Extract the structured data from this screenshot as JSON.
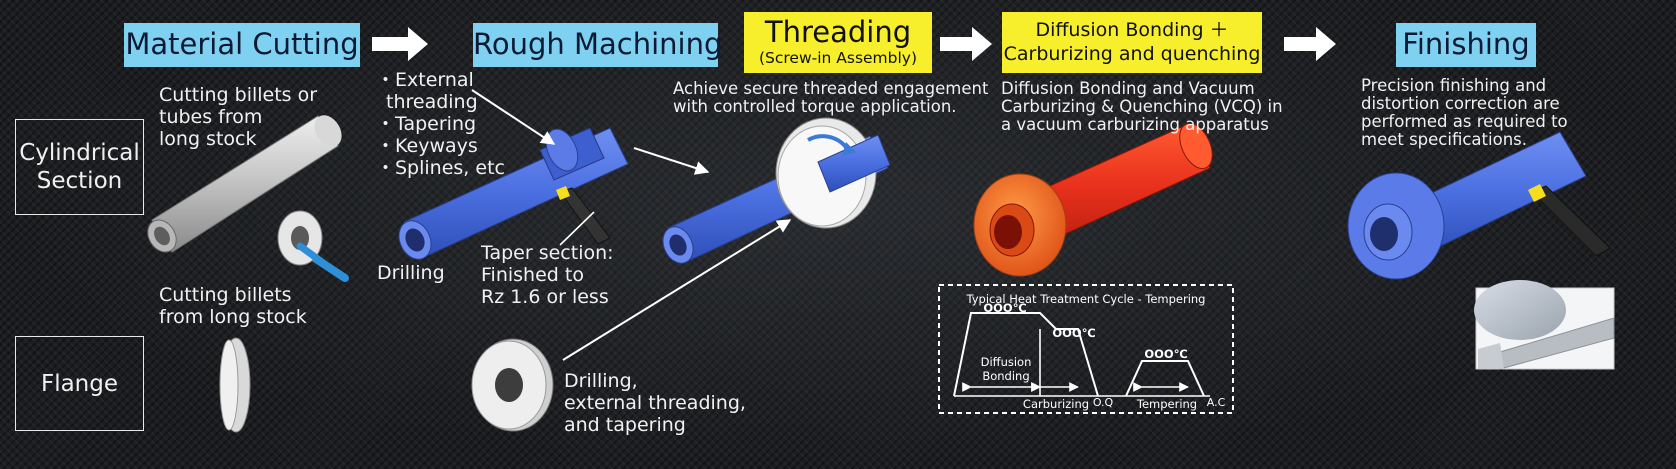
{
  "headers": {
    "material_cutting": "Material Cutting",
    "rough_machining": "Rough Machining",
    "threading": "Threading",
    "threading_sub": "(Screw-in Assembly)",
    "diffusion_line1": "Diffusion Bonding ＋",
    "diffusion_line2": "Carburizing and quenching",
    "finishing": "Finishing"
  },
  "rows": {
    "cylindrical_line1": "Cylindrical",
    "cylindrical_line2": "Section",
    "flange": "Flange"
  },
  "notes": {
    "cut_cyl": [
      "Cutting billets or",
      "tubes from",
      "long stock"
    ],
    "cut_flange": [
      "Cutting billets",
      "from long stock"
    ],
    "rough_list": [
      "・External",
      "threading",
      "・Tapering",
      "・Keyways",
      "・Splines, etc"
    ],
    "drilling": "Drilling",
    "taper": [
      "Taper section:",
      "Finished to",
      "Rz 1.6 or less"
    ],
    "flange_ops": [
      "Drilling,",
      "external threading,",
      "and tapering"
    ],
    "threading_desc": [
      "Achieve secure threaded engagement",
      "with controlled torque application."
    ],
    "diffusion_desc": [
      "Diffusion Bonding and Vacuum",
      "Carburizing & Quenching (VCQ) in",
      "a vacuum carburizing apparatus"
    ],
    "finishing_desc": [
      "Precision finishing and",
      "distortion correction are",
      "performed as required to",
      "meet specifications."
    ]
  },
  "heat_cycle": {
    "title": "Typical Heat Treatment Cycle - Tempering",
    "temp1": "OOO℃",
    "temp2": "OOO℃",
    "temp3": "OOO℃",
    "diffusion": "Diffusion",
    "bonding": "Bonding",
    "carburizing": "Carburizing",
    "oq": "O.Q",
    "tempering": "Tempering",
    "ac": "A.C"
  },
  "colors": {
    "header_blue": "#7fd1f2",
    "header_yellow": "#f7ef2c",
    "part_blue": "#4a6fe0",
    "part_red": "#e8301c"
  }
}
